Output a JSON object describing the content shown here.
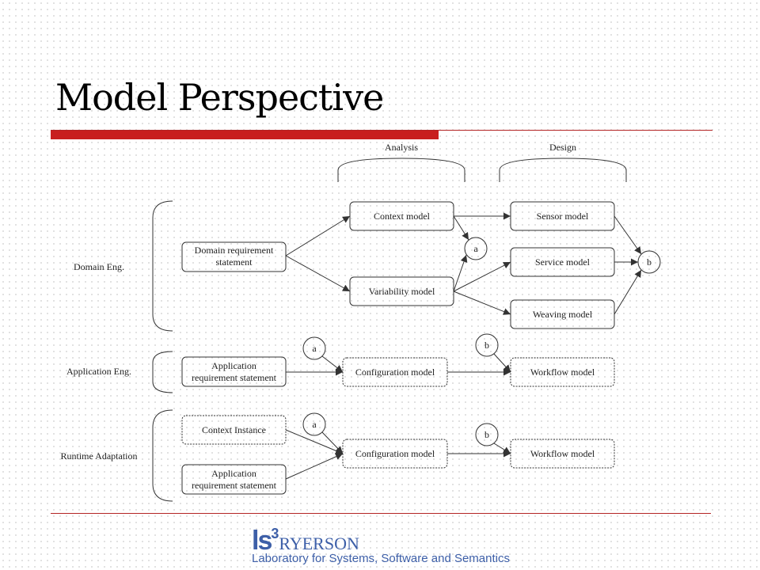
{
  "slide": {
    "title": "Model Perspective",
    "colors": {
      "accent": "#c81e1e",
      "logo": "#3d5fa8"
    }
  },
  "diagram": {
    "phases": {
      "analysis": "Analysis",
      "design": "Design"
    },
    "rows": {
      "domain": "Domain Eng.",
      "application": "Application Eng.",
      "runtime": "Runtime Adaptation"
    },
    "nodes": {
      "domain_req_1": "Domain requirement",
      "domain_req_2": "statement",
      "context_model": "Context model",
      "variability_model": "Variability model",
      "sensor_model": "Sensor model",
      "service_model": "Service model",
      "weaving_model": "Weaving model",
      "app_req_1": "Application",
      "app_req_2": "requirement statement",
      "configuration_model": "Configuration model",
      "workflow_model": "Workflow model",
      "context_instance": "Context Instance",
      "rt_app_req_1": "Application",
      "rt_app_req_2": "requirement statement",
      "rt_configuration_model": "Configuration model",
      "rt_workflow_model": "Workflow model"
    },
    "connectors": {
      "a": "a",
      "b": "b",
      "app_a": "a",
      "app_b": "b",
      "rt_a": "a",
      "rt_b": "b"
    }
  },
  "footer": {
    "logo_ls": "ls",
    "logo_sup": "3",
    "logo_ryerson": "RYERSON",
    "subtitle": "Laboratory for Systems, Software and Semantics"
  }
}
